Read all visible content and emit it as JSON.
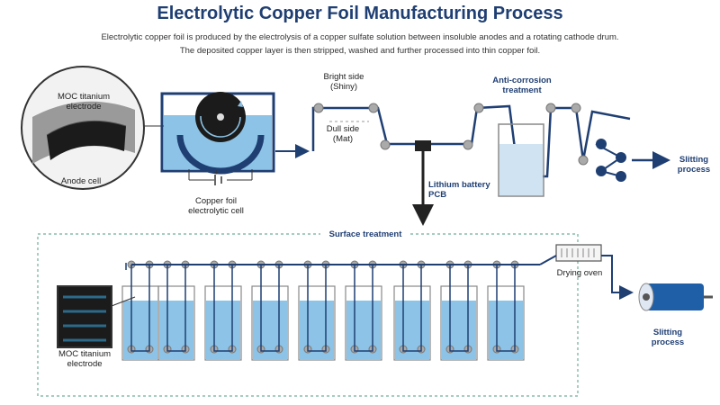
{
  "title": "Electrolytic Copper Foil Manufacturing Process",
  "subtitle_line1": "Electrolytic copper foil is produced by the electrolysis of a copper sulfate solution between insoluble anodes and a rotating cathode drum.",
  "subtitle_line2": "The deposited copper layer is then stripped, washed and further processed into thin copper foil.",
  "labels": {
    "moc_top": "MOC titanium electrode",
    "anode_cell": "Anode cell",
    "electrolytic_cell": "Copper foil electrolytic cell",
    "bright_side": "Bright side (Shiny)",
    "dull_side": "Dull side (Mat)",
    "lithium": "Lithium battery PCB",
    "anti_corrosion": "Anti-corrosion treatment",
    "slitting_top": "Slitting process",
    "surface_treatment": "Surface treatment",
    "drying_oven": "Drying oven",
    "slitting_bottom": "Slitting process",
    "moc_bottom": "MOC titanium electrode"
  },
  "colors": {
    "title": "#1f3f73",
    "line": "#1f3f73",
    "water": "#8cc3e6",
    "dashed_box": "#6fae9a"
  }
}
